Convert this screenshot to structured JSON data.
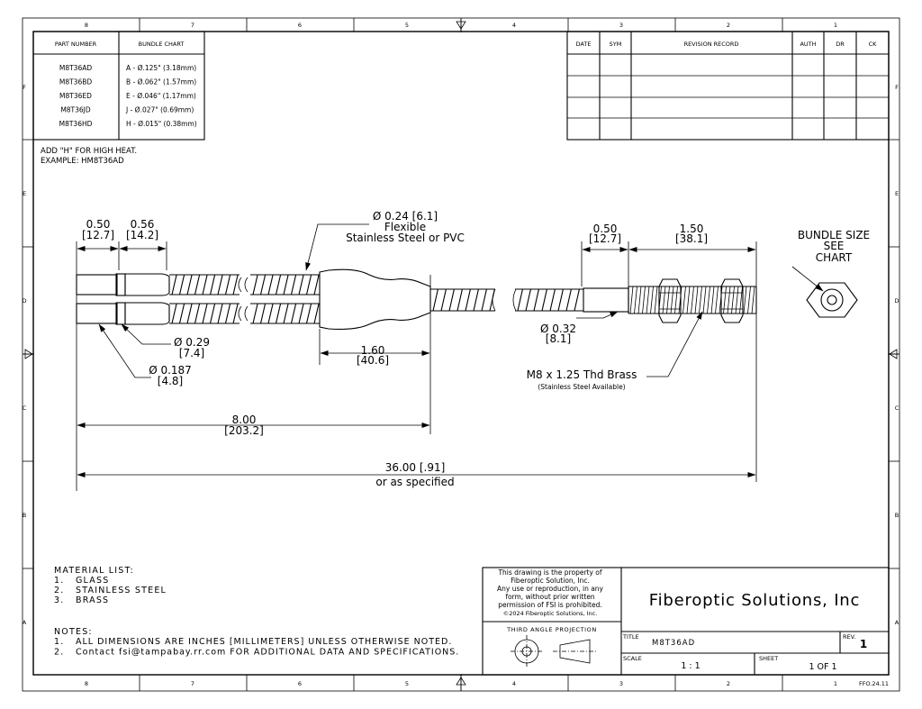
{
  "zones": {
    "columns": [
      "8",
      "7",
      "6",
      "5",
      "4",
      "3",
      "2",
      "1"
    ],
    "rows": [
      "F",
      "E",
      "D",
      "C",
      "B",
      "A"
    ]
  },
  "bundle_chart": {
    "headers": [
      "PART NUMBER",
      "BUNDLE CHART"
    ],
    "rows": [
      [
        "M8T36AD",
        "A - Ø.125\" (3.18mm)"
      ],
      [
        "M8T36BD",
        "B - Ø.062\" (1.57mm)"
      ],
      [
        "M8T36ED",
        "E - Ø.046\" (1.17mm)"
      ],
      [
        "M8T36JD",
        "J - Ø.027\" (0.69mm)"
      ],
      [
        "M8T36HD",
        "H - Ø.015\" (0.38mm)"
      ]
    ],
    "note_line1": "ADD \"H\" FOR HIGH HEAT.",
    "note_line2": "EXAMPLE: HM8T36AD"
  },
  "revision": {
    "headers": [
      "DATE",
      "SYM",
      "REVISION RECORD",
      "AUTH",
      "DR",
      "CK"
    ]
  },
  "dims": {
    "tip": [
      "0.50",
      "[12.7]"
    ],
    "ferrule": [
      "0.56",
      "[14.2]"
    ],
    "sheath": [
      "Ø 0.24 [6.1]",
      "Flexible",
      "Stainless Steel or PVC"
    ],
    "tube": [
      "0.50",
      "[12.7]"
    ],
    "thread_len": [
      "1.50",
      "[38.1]"
    ],
    "bundle_size": [
      "BUNDLE SIZE",
      "SEE",
      "CHART"
    ],
    "d029": [
      "Ø 0.29",
      "[7.4]"
    ],
    "d0187": [
      "Ø 0.187",
      "[4.8]"
    ],
    "split": [
      "1.60",
      "[40.6]"
    ],
    "d032": [
      "Ø 0.32",
      "[8.1]"
    ],
    "thread": [
      "M8 x 1.25 Thd Brass",
      "(Stainless Steel Available)"
    ],
    "leg": [
      "8.00",
      "[203.2]"
    ],
    "overall": [
      "36.00 [.91]",
      "or as specified"
    ]
  },
  "material": {
    "title": "MATERIAL LIST:",
    "items": [
      [
        "1.",
        "GLASS"
      ],
      [
        "2.",
        "STAINLESS STEEL"
      ],
      [
        "3.",
        "BRASS"
      ]
    ]
  },
  "notes": {
    "title": "NOTES:",
    "items": [
      [
        "1.",
        "ALL DIMENSIONS ARE INCHES [MILLIMETERS] UNLESS OTHERWISE NOTED."
      ],
      [
        "2.",
        "Contact fsi@tampabay.rr.com FOR ADDITIONAL DATA AND SPECIFICATIONS."
      ]
    ]
  },
  "title_block": {
    "property": [
      "This drawing is the property of",
      "Fiberoptic Solution, Inc.",
      "Any use or reproduction, in any",
      "form, without prior written",
      "permission of FSI is prohibited.",
      "©2024 Fiberoptic Solutions, Inc."
    ],
    "projection": "THIRD ANGLE PROJECTION",
    "company": "Fiberoptic Solutions, Inc",
    "title_label": "TITLE",
    "title_value": "M8T36AD",
    "rev_label": "REV.",
    "rev_value": "1",
    "scale_label": "SCALE",
    "scale_value": "1 : 1",
    "sheet_label": "SHEET",
    "sheet_value": "1  OF 1",
    "form_code": "FFO.24.11"
  }
}
